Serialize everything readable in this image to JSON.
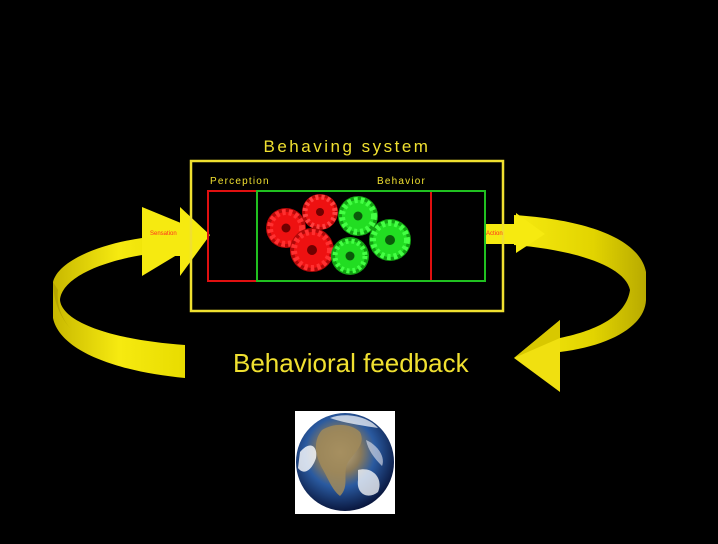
{
  "diagram": {
    "title": "Behaving system",
    "perception_label": "Perception",
    "behavior_label": "Behavior",
    "sensation_label": "Sensation",
    "action_label": "Action",
    "feedback_label": "Behavioral feedback"
  },
  "colors": {
    "background": "#000000",
    "yellow": "#f0e030",
    "red": "#e01010",
    "green": "#20c020",
    "gear_red": "#ee1111",
    "gear_green": "#22dd22"
  },
  "icons": {
    "earth": "earth-globe-image",
    "gears": "gears-illustration",
    "arrows": "yellow-curved-feedback-arrows"
  }
}
